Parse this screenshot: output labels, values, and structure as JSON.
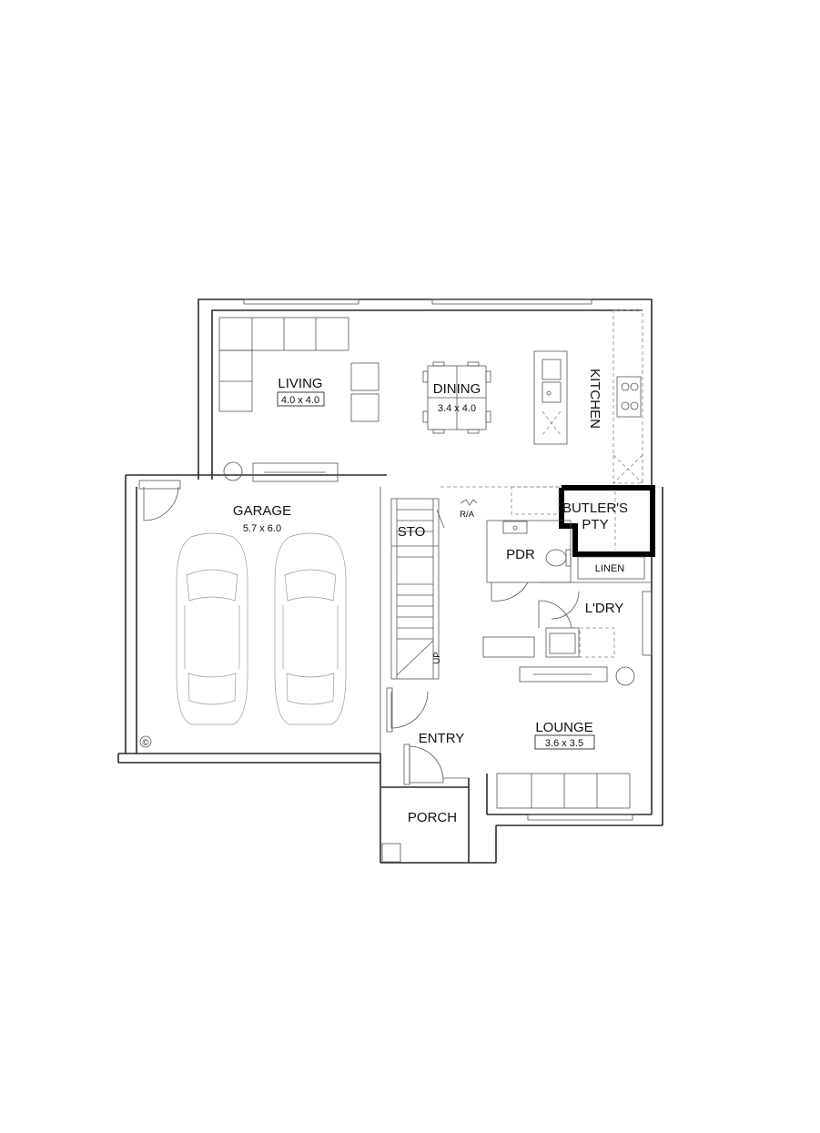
{
  "rooms": {
    "living": {
      "name": "LIVING",
      "size": "4.0 x 4.0"
    },
    "dining": {
      "name": "DINING",
      "size": "3.4 x 4.0"
    },
    "kitchen": {
      "name": "KITCHEN"
    },
    "garage": {
      "name": "GARAGE",
      "size": "5.7 x 6.0"
    },
    "store": {
      "name": "STO"
    },
    "ra": {
      "name": "R/A"
    },
    "butlers_pantry": {
      "name_line1": "BUTLER'S",
      "name_line2": "PTY"
    },
    "powder": {
      "name": "PDR"
    },
    "linen": {
      "name": "LINEN"
    },
    "laundry": {
      "name": "L'DRY"
    },
    "stair": {
      "name": "UP"
    },
    "entry": {
      "name": "ENTRY"
    },
    "lounge": {
      "name": "LOUNGE",
      "size": "3.6 x 3.5"
    },
    "porch": {
      "name": "PORCH"
    }
  },
  "symbols": {
    "copyright": "©"
  }
}
